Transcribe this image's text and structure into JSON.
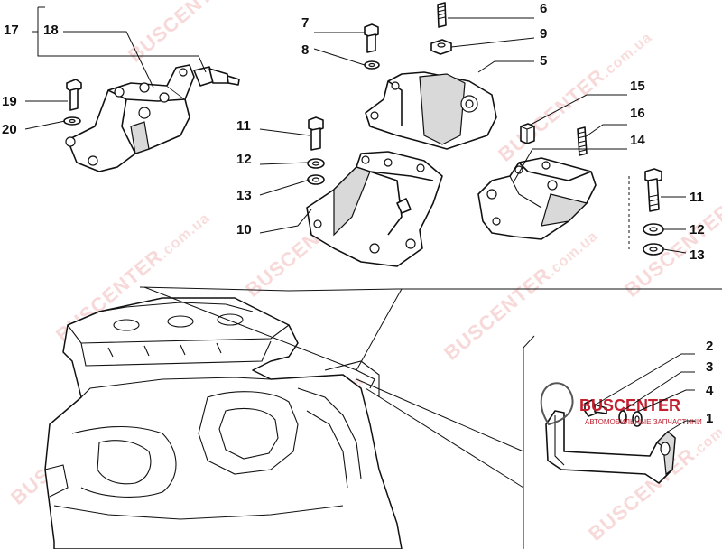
{
  "callouts": [
    {
      "id": "17",
      "label": "17"
    },
    {
      "id": "18",
      "label": "18"
    },
    {
      "id": "19",
      "label": "19"
    },
    {
      "id": "20",
      "label": "20"
    },
    {
      "id": "7",
      "label": "7"
    },
    {
      "id": "8",
      "label": "8"
    },
    {
      "id": "6",
      "label": "6"
    },
    {
      "id": "9",
      "label": "9"
    },
    {
      "id": "5",
      "label": "5"
    },
    {
      "id": "15",
      "label": "15"
    },
    {
      "id": "16",
      "label": "16"
    },
    {
      "id": "14",
      "label": "14"
    },
    {
      "id": "11a",
      "label": "11"
    },
    {
      "id": "12a",
      "label": "12"
    },
    {
      "id": "13a",
      "label": "13"
    },
    {
      "id": "10",
      "label": "10"
    },
    {
      "id": "11b",
      "label": "11"
    },
    {
      "id": "12b",
      "label": "12"
    },
    {
      "id": "13b",
      "label": "13"
    },
    {
      "id": "2",
      "label": "2"
    },
    {
      "id": "3",
      "label": "3"
    },
    {
      "id": "4",
      "label": "4"
    },
    {
      "id": "1",
      "label": "1"
    }
  ],
  "logo": {
    "main": "BUSCENTER",
    "sub": "АВТОМОБИЛЬНЫЕ ЗАПЧАСТИНИ"
  },
  "watermarks": {
    "brand": "BUSCENTER",
    "domain": ".com.ua"
  }
}
